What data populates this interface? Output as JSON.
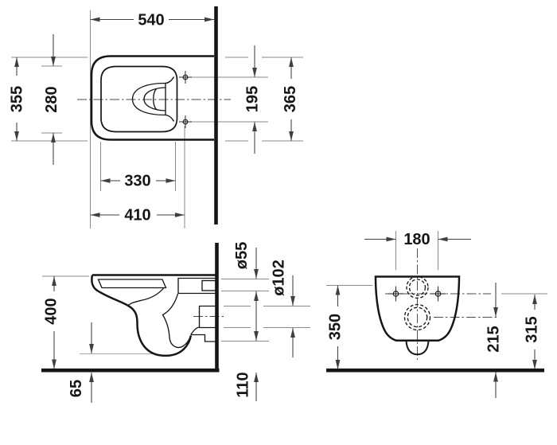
{
  "colors": {
    "ink": "#161616",
    "dim": "#3f3f3f",
    "extension": "#8a8a8a",
    "background": "#ffffff"
  },
  "views": {
    "top": {
      "d540": "540",
      "d355": "355",
      "d280": "280",
      "d195": "195",
      "d365": "365",
      "d330": "330",
      "d410": "410"
    },
    "side": {
      "d400": "400",
      "d65": "65",
      "d55": "ø55",
      "d102": "ø102",
      "d110": "110"
    },
    "front": {
      "d180": "180",
      "d350": "350",
      "d215": "215",
      "d315": "315"
    }
  }
}
